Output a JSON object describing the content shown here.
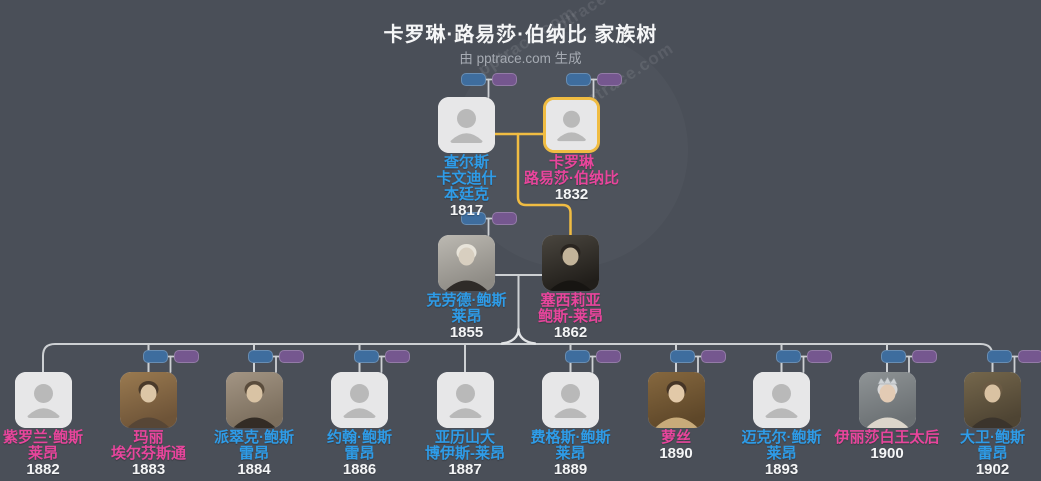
{
  "header": {
    "title": "卡罗琳·路易莎·伯纳比 家族树",
    "subtitle": "由 pptrace.com 生成",
    "watermark": "pptrace.com"
  },
  "colors": {
    "background": "#4a4f58",
    "male_name": "#2e9ce8",
    "female_name": "#e8459c",
    "year_text": "#f4f5f6",
    "highlight_border": "#f0bc42",
    "connector": "#cdd0d3",
    "chip_blue": "#3e6d9e",
    "chip_purple": "#75578f",
    "card_placeholder": "#e7e7e8",
    "placeholder_icon": "#b9b9b9"
  },
  "tree": {
    "persons": [
      {
        "row": 0,
        "col": 0,
        "name_lines": [
          "查尔斯",
          "卡文迪什",
          "本廷克"
        ],
        "year": "1817",
        "gender": "male",
        "portrait": "placeholder",
        "highlighted": false,
        "chips": true
      },
      {
        "row": 0,
        "col": 1,
        "name_lines": [
          "卡罗琳",
          "路易莎·伯纳比"
        ],
        "year": "1832",
        "gender": "female",
        "portrait": "placeholder",
        "highlighted": true,
        "chips": true
      },
      {
        "row": 1,
        "col": 0,
        "name_lines": [
          "克劳德·鲍斯",
          "莱昂"
        ],
        "year": "1855",
        "gender": "male",
        "portrait": "photo",
        "chips": true,
        "palette": {
          "bg": "#bcb9b2",
          "bg2": "#8e8b85",
          "face": "#d8cfc0",
          "body": "#2f2b28",
          "hair": "#e8e4da"
        }
      },
      {
        "row": 1,
        "col": 1,
        "name_lines": [
          "塞西莉亚",
          "鲍斯-莱昂"
        ],
        "year": "1862",
        "gender": "female",
        "portrait": "photo",
        "chips": false,
        "palette": {
          "bg": "#4a463f",
          "bg2": "#211e1a",
          "face": "#c3b49a",
          "body": "#171512",
          "hair": "#2a2520"
        }
      },
      {
        "row": 2,
        "col": 0,
        "name_lines": [
          "紫罗兰·鲍斯",
          "莱昂"
        ],
        "year": "1882",
        "gender": "female",
        "portrait": "placeholder",
        "chips": false
      },
      {
        "row": 2,
        "col": 1,
        "name_lines": [
          "玛丽",
          "埃尔芬斯通"
        ],
        "year": "1883",
        "gender": "female",
        "portrait": "photo",
        "chips": true,
        "palette": {
          "bg": "#9a7a50",
          "bg2": "#6e5438",
          "face": "#dcc6a6",
          "body": "#574636",
          "hair": "#4a3a2a"
        }
      },
      {
        "row": 2,
        "col": 2,
        "name_lines": [
          "派翠克·鲍斯",
          "雷昂"
        ],
        "year": "1884",
        "gender": "male",
        "portrait": "photo",
        "chips": true,
        "palette": {
          "bg": "#a39584",
          "bg2": "#7b6e5d",
          "face": "#d9c3a4",
          "body": "#332c25",
          "hair": "#5a4c3c"
        }
      },
      {
        "row": 2,
        "col": 3,
        "name_lines": [
          "约翰·鲍斯",
          "雷昂"
        ],
        "year": "1886",
        "gender": "male",
        "portrait": "placeholder",
        "chips": true
      },
      {
        "row": 2,
        "col": 4,
        "name_lines": [
          "亚历山大",
          "博伊斯-莱昂"
        ],
        "year": "1887",
        "gender": "male",
        "portrait": "placeholder",
        "chips": false
      },
      {
        "row": 2,
        "col": 5,
        "name_lines": [
          "费格斯·鲍斯",
          "莱昂"
        ],
        "year": "1889",
        "gender": "male",
        "portrait": "placeholder",
        "chips": true
      },
      {
        "row": 2,
        "col": 6,
        "name_lines": [
          "萝丝"
        ],
        "year": "1890",
        "gender": "female",
        "portrait": "photo",
        "chips": true,
        "palette": {
          "bg": "#86683f",
          "bg2": "#5e4729",
          "face": "#e2c9a8",
          "body": "#c8ab7a",
          "hair": "#463526"
        }
      },
      {
        "row": 2,
        "col": 7,
        "name_lines": [
          "迈克尔·鲍斯",
          "莱昂"
        ],
        "year": "1893",
        "gender": "male",
        "portrait": "placeholder",
        "chips": true
      },
      {
        "row": 2,
        "col": 8,
        "name_lines": [
          "伊丽莎白王太后"
        ],
        "year": "1900",
        "gender": "female",
        "portrait": "photo",
        "chips": true,
        "palette": {
          "bg": "#8f9496",
          "bg2": "#6b7073",
          "face": "#e3cbb4",
          "body": "#dcd6cb",
          "hair": "#d8d8d8",
          "crown": true
        }
      },
      {
        "row": 2,
        "col": 9,
        "name_lines": [
          "大卫·鲍斯",
          "雷昂"
        ],
        "year": "1902",
        "gender": "male",
        "portrait": "photo",
        "chips": true,
        "palette": {
          "bg": "#75674c",
          "bg2": "#4e4433",
          "face": "#d9c2a2",
          "body": "#3b342c",
          "hair": "#6b5b44"
        }
      }
    ]
  }
}
